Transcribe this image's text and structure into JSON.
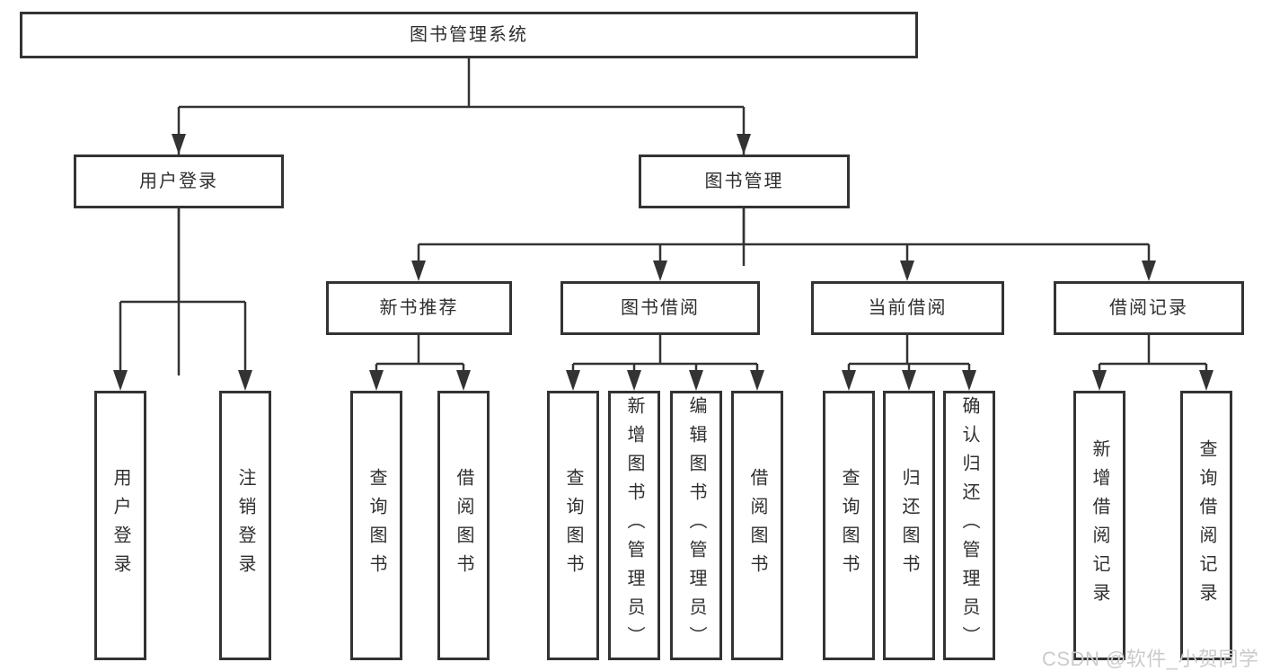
{
  "diagram": {
    "root_label": "图书管理系统",
    "branches": [
      {
        "label": "用户登录",
        "leaves": [
          "用户登录",
          "注销登录"
        ]
      },
      {
        "label": "图书管理",
        "children": [
          {
            "label": "新书推荐",
            "leaves": [
              "查询图书",
              "借阅图书"
            ]
          },
          {
            "label": "图书借阅",
            "leaves": [
              "查询图书",
              "新增图书（管理员）",
              "编辑图书（管理员）",
              "借阅图书"
            ]
          },
          {
            "label": "当前借阅",
            "leaves": [
              "查询图书",
              "归还图书",
              "确认归还（管理员）"
            ]
          },
          {
            "label": "借阅记录",
            "leaves": [
              "新增借阅记录",
              "查询借阅记录"
            ]
          }
        ]
      }
    ]
  },
  "watermark": "CSDN @软件_小贺同学",
  "colors": {
    "line": "#333333",
    "node_border": "#333333",
    "node_bg": "#ffffff",
    "text": "#2f2f2f",
    "watermark": "#cbcbcb",
    "page_bg": "#ffffff"
  }
}
